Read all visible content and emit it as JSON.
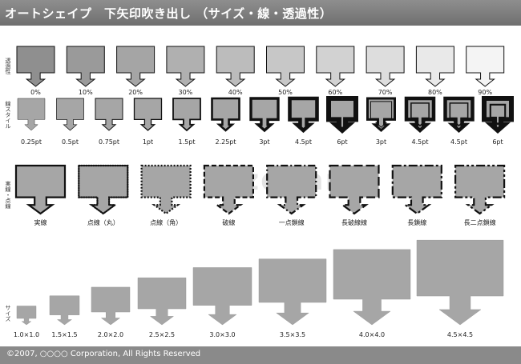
{
  "header": {
    "title": "オートシェイプ　下矢印吹き出し （サイズ・線・透過性）"
  },
  "row_labels": {
    "transparency": "透過性",
    "line_style": "線スタイル",
    "solid_dotted": "実線・点線",
    "size": "サイズ"
  },
  "transparency": {
    "labels": [
      "0%",
      "10%",
      "20%",
      "30%",
      "40%",
      "50%",
      "60%",
      "70%",
      "80%",
      "90%"
    ]
  },
  "line_weights": {
    "labels": [
      "0.25pt",
      "0.5pt",
      "0.75pt",
      "1pt",
      "1.5pt",
      "2.25pt",
      "3pt",
      "4.5pt",
      "6pt",
      "3pt",
      "4.5pt",
      "4.5pt",
      "6pt"
    ]
  },
  "dash_styles": {
    "labels": [
      "実線",
      "点線（丸）",
      "点線（角）",
      "破線",
      "一点鎖線",
      "長破線線",
      "長鎖線",
      "長二点鎖線"
    ]
  },
  "sizes": {
    "labels": [
      "1.0×1.0",
      "1.5×1.5",
      "2.0×2.0",
      "2.5×2.5",
      "3.0×3.0",
      "3.5×3.5",
      "4.0×4.0",
      "4.5×4.5"
    ]
  },
  "watermark": "pizdear",
  "footer": {
    "text": "©2007, ○○○○ Corporation, All Rights Reserved"
  },
  "colors": {
    "header": "#7e7e7e",
    "fill": "#a6a6a6",
    "stroke": "#111111"
  }
}
